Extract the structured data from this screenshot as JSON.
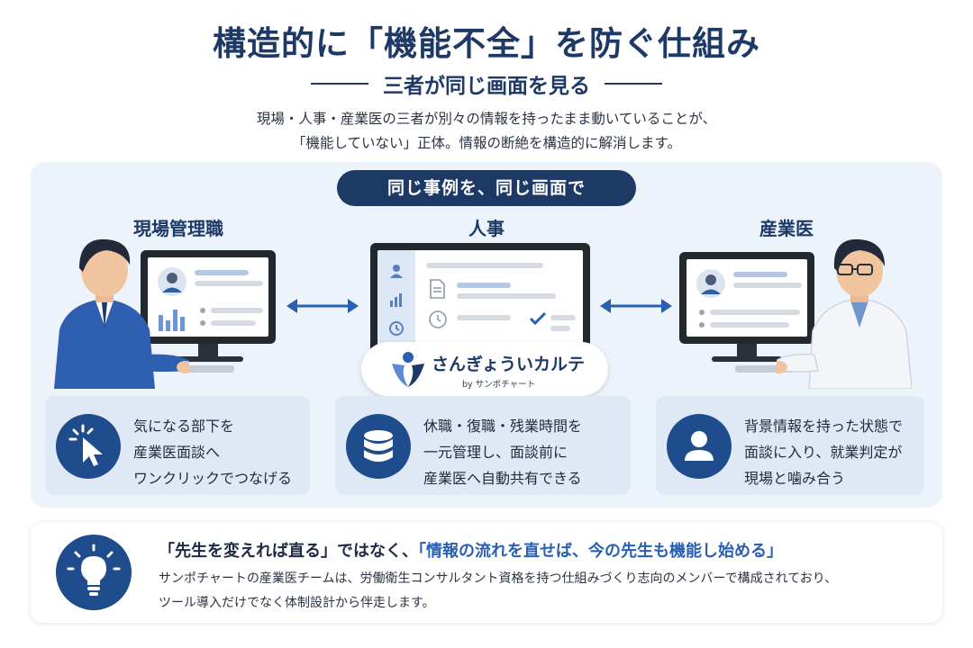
{
  "header": {
    "title": "構造的に「機能不全」を防ぐ仕組み",
    "subtitle": "三者が同じ画面を見る",
    "intro_line1": "現場・人事・産業医の三者が別々の情報を持ったまま動いていることが、",
    "intro_line2": "「機能していない」正体。情報の断絶を構造的に解消します。"
  },
  "panel": {
    "pill": "同じ事例を、同じ画面で",
    "roles": {
      "left": "現場管理職",
      "center": "人事",
      "right": "産業医"
    },
    "logo": {
      "name": "さんぎょういカルテ",
      "by": "by サンポチャート"
    },
    "features": [
      {
        "icon": "cursor-click-icon",
        "line1": "気になる部下を",
        "line2": "産業医面談へ",
        "line3": "ワンクリックでつなげる"
      },
      {
        "icon": "database-icon",
        "line1": "休職・復職・残業時間を",
        "line2": "一元管理し、面談前に",
        "line3": "産業医へ自動共有できる"
      },
      {
        "icon": "user-icon",
        "line1": "背景情報を持った状態で",
        "line2": "面談に入り、就業判定が",
        "line3": "現場と噛み合う"
      }
    ]
  },
  "bottom": {
    "icon": "lightbulb-icon",
    "quote_part1": "「先生を変えれば直る」ではなく、",
    "quote_part2": "「情報の流れを直せば、今の先生も機能し始める」",
    "desc_line1": "サンポチャートの産業医チームは、労働衛生コンサルタント資格を持つ仕組みづくり志向のメンバーで構成されており、",
    "desc_line2": "ツール導入だけでなく体制設計から伴走します。"
  },
  "colors": {
    "navy": "#1d3966",
    "accent_blue": "#2a60b4",
    "icon_blue": "#1e4c8c",
    "panel_bg": "#edf3fb"
  }
}
